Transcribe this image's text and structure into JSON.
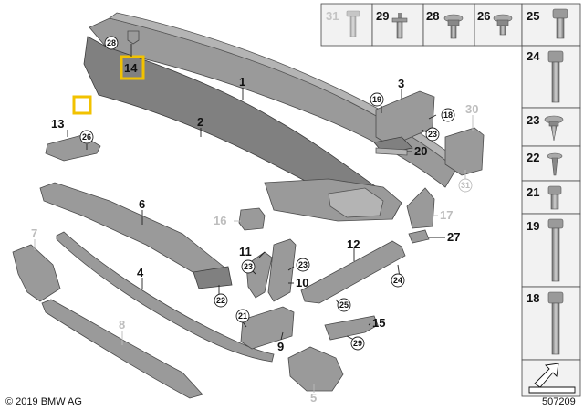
{
  "diagram": {
    "main_labels": {
      "l1": "1",
      "l2": "2",
      "l3": "3",
      "l4": "4",
      "l5": "5",
      "l6": "6",
      "l7": "7",
      "l8": "8",
      "l9": "9",
      "l10": "10",
      "l11": "11",
      "l12": "12",
      "l13": "13",
      "l14": "14",
      "l15": "15",
      "l16": "16",
      "l17": "17",
      "l20": "20",
      "l27": "27",
      "l30": "30"
    },
    "circle_labels": {
      "c28": "28",
      "c26": "26",
      "c19": "19",
      "c18": "18",
      "c23a": "23",
      "c31": "31",
      "c23b": "23",
      "c23c": "23",
      "c21": "21",
      "c22": "22",
      "c25": "25",
      "c24": "24",
      "c29": "29"
    },
    "fastener_table": {
      "top_row": [
        "31",
        "29",
        "28",
        "26",
        "25"
      ],
      "right_column": [
        "24",
        "23",
        "22",
        "21",
        "19",
        "18"
      ]
    },
    "copyright": "© 2019 BMW AG",
    "diagram_number": "507209"
  }
}
